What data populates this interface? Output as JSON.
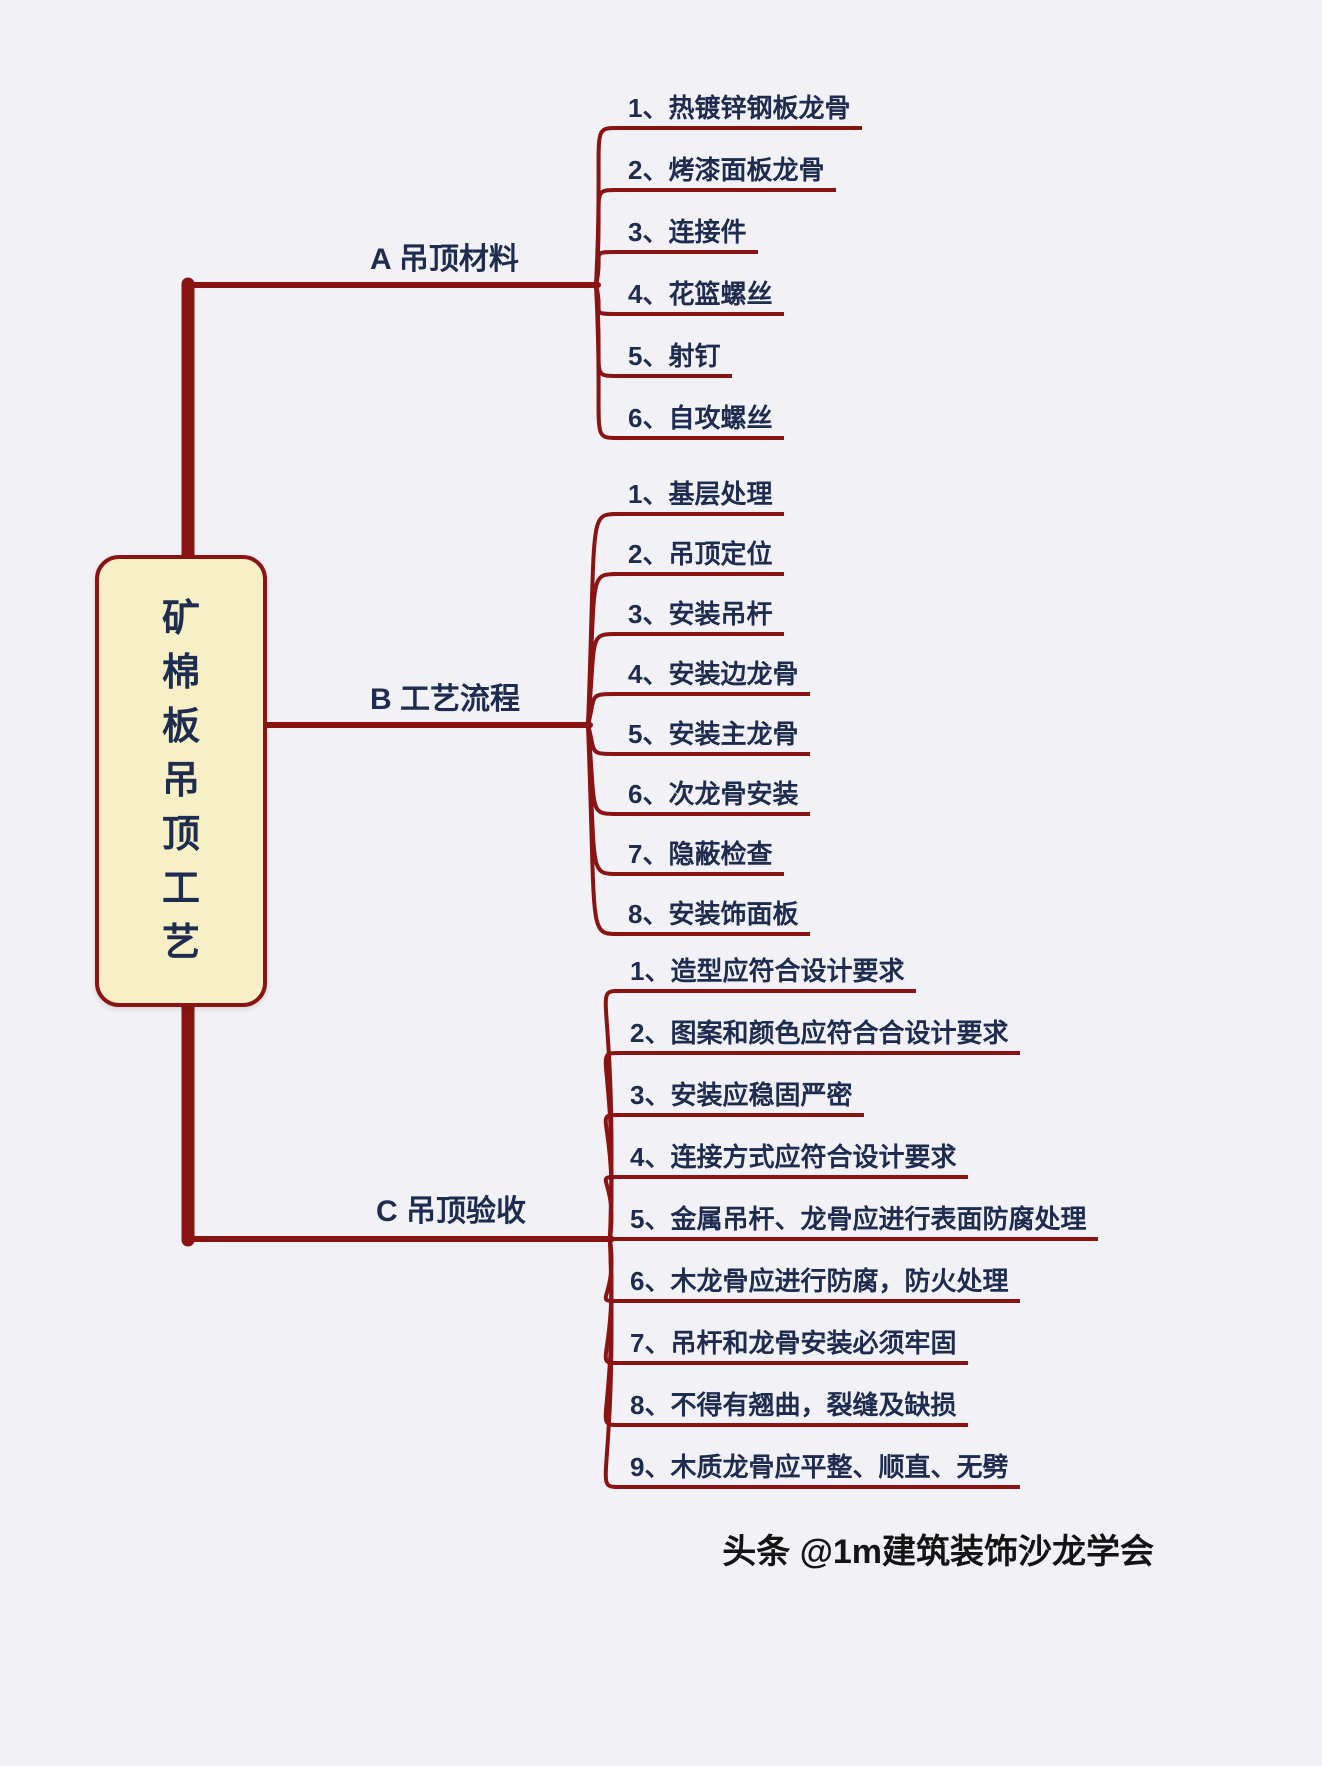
{
  "palette": {
    "bg": "#f1f1f6",
    "line": "#8a1414",
    "node_fill": "#f7efc6",
    "text": "#1e2c50",
    "watermark_color": "#141414"
  },
  "root": {
    "title": "矿棉板吊顶工艺"
  },
  "branches": [
    {
      "id": "A",
      "label": "A 吊顶材料",
      "items": [
        "1、热镀锌钢板龙骨",
        "2、烤漆面板龙骨",
        "3、连接件",
        "4、花篮螺丝",
        "5、射钉",
        "6、自攻螺丝"
      ]
    },
    {
      "id": "B",
      "label": "B 工艺流程",
      "items": [
        "1、基层处理",
        "2、吊顶定位",
        "3、安装吊杆",
        "4、安装边龙骨",
        "5、安装主龙骨",
        "6、次龙骨安装",
        "7、隐蔽检查",
        "8、安装饰面板"
      ]
    },
    {
      "id": "C",
      "label": "C 吊顶验收",
      "items": [
        "1、造型应符合设计要求",
        "2、图案和颜色应符合合设计要求",
        "3、安装应稳固严密",
        "4、连接方式应符合设计要求",
        "5、金属吊杆、龙骨应进行表面防腐处理",
        "6、木龙骨应进行防腐，防火处理",
        "7、吊杆和龙骨安装必须牢固",
        "8、不得有翘曲，裂缝及缺损",
        "9、木质龙骨应平整、顺直、无劈"
      ]
    }
  ],
  "watermark": "头条 @1m建筑装饰沙龙学会"
}
